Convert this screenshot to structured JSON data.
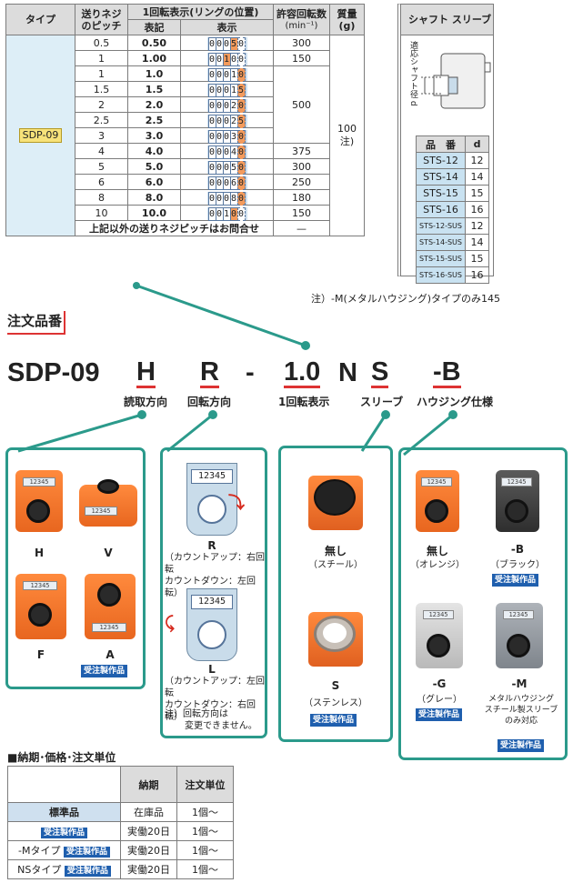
{
  "spec": {
    "headers": {
      "type": "タイプ",
      "pitch": "送りネジのピッチ",
      "display_group": "1回転表示(リングの位置)",
      "hyoki": "表記",
      "hyoji": "表示",
      "torque": "許容回転数",
      "torque_unit": "(min⁻¹)",
      "mass": "質量",
      "mass_unit": "(g)",
      "sleeve": "シャフト スリーブ"
    },
    "type_value": "SDP-09",
    "mass_value": "100",
    "mass_note": "注)",
    "rows": [
      {
        "pitch": "0.5",
        "hyoki": "0.50",
        "digits": [
          "0",
          "0",
          "0",
          "5",
          "0"
        ],
        "hi": [
          3
        ],
        "speed": "300"
      },
      {
        "pitch": "1",
        "hyoki": "1.00",
        "digits": [
          "0",
          "0",
          "1",
          "0",
          "0"
        ],
        "hi": [
          2
        ],
        "speed": "150"
      },
      {
        "pitch": "1",
        "hyoki": "1.0",
        "digits": [
          "0",
          "0",
          "0",
          "1",
          "0"
        ],
        "hi": [
          4
        ],
        "speed": ""
      },
      {
        "pitch": "1.5",
        "hyoki": "1.5",
        "digits": [
          "0",
          "0",
          "0",
          "1",
          "5"
        ],
        "hi": [
          4
        ],
        "speed": ""
      },
      {
        "pitch": "2",
        "hyoki": "2.0",
        "digits": [
          "0",
          "0",
          "0",
          "2",
          "0"
        ],
        "hi": [
          4
        ],
        "speed": "500"
      },
      {
        "pitch": "2.5",
        "hyoki": "2.5",
        "digits": [
          "0",
          "0",
          "0",
          "2",
          "5"
        ],
        "hi": [
          4
        ],
        "speed": ""
      },
      {
        "pitch": "3",
        "hyoki": "3.0",
        "digits": [
          "0",
          "0",
          "0",
          "3",
          "0"
        ],
        "hi": [
          4
        ],
        "speed": ""
      },
      {
        "pitch": "4",
        "hyoki": "4.0",
        "digits": [
          "0",
          "0",
          "0",
          "4",
          "0"
        ],
        "hi": [
          4
        ],
        "speed": "375"
      },
      {
        "pitch": "5",
        "hyoki": "5.0",
        "digits": [
          "0",
          "0",
          "0",
          "5",
          "0"
        ],
        "hi": [
          4
        ],
        "speed": "300"
      },
      {
        "pitch": "6",
        "hyoki": "6.0",
        "digits": [
          "0",
          "0",
          "0",
          "6",
          "0"
        ],
        "hi": [
          4
        ],
        "speed": "250"
      },
      {
        "pitch": "8",
        "hyoki": "8.0",
        "digits": [
          "0",
          "0",
          "0",
          "8",
          "0"
        ],
        "hi": [
          4
        ],
        "speed": "180"
      },
      {
        "pitch": "10",
        "hyoki": "10.0",
        "digits": [
          "0",
          "0",
          "1",
          "0",
          "0"
        ],
        "hi": [
          3
        ],
        "speed": "150"
      }
    ],
    "bottom_note": "上記以外の送りネジピッチはお問合せ",
    "bottom_speed": "—"
  },
  "sleeve_panel": {
    "drawing_label": "適応シャフト径 d",
    "col_part": "品　番",
    "col_d": "d",
    "rows": [
      {
        "part": "STS-12",
        "d": "12"
      },
      {
        "part": "STS-14",
        "d": "14"
      },
      {
        "part": "STS-15",
        "d": "15"
      },
      {
        "part": "STS-16",
        "d": "16"
      },
      {
        "part": "STS-12-SUS",
        "d": "12"
      },
      {
        "part": "STS-14-SUS",
        "d": "14"
      },
      {
        "part": "STS-15-SUS",
        "d": "15"
      },
      {
        "part": "STS-16-SUS",
        "d": "16"
      }
    ]
  },
  "footnote": "注）-M(メタルハウジング)タイプのみ145",
  "order": {
    "title": "注文品番",
    "code": {
      "base": "SDP-09",
      "read": "H",
      "rot": "R",
      "dash": "-",
      "disp": "1.0",
      "ns": "N",
      "sleeve": "S",
      "housing": "-B"
    },
    "captions": {
      "read": "読取方向",
      "rot": "回転方向",
      "disp": "1回転表示",
      "sleeve": "スリーブ",
      "housing": "ハウジング仕様"
    }
  },
  "read_options": {
    "items": [
      {
        "label": "H"
      },
      {
        "label": "V"
      },
      {
        "label": "F"
      },
      {
        "label": "A"
      }
    ],
    "badge": "受注製作品",
    "window_text": "12345"
  },
  "rot_options": {
    "R": {
      "label": "R",
      "lines": [
        "（カウントアップ：右回転",
        "カウントダウン：左回転）"
      ]
    },
    "L": {
      "label": "L",
      "lines": [
        "（カウントアップ：左回転",
        "カウントダウン：右回転）"
      ]
    },
    "digits": "12345",
    "note_lines": [
      "注）回転方向は",
      "変更できません。"
    ]
  },
  "sleeve_options": {
    "none_label": "無し",
    "none_sub": "（スチール）",
    "s_label": "S",
    "s_sub": "（ステンレス）",
    "badge": "受注製作品"
  },
  "housing_options": {
    "none_label": "無し",
    "none_sub": "（オレンジ）",
    "b_label": "-B",
    "b_sub": "（ブラック）",
    "g_label": "-G",
    "g_sub": "（グレー）",
    "m_label": "-M",
    "m_sub_lines": [
      "メタルハウジング",
      "スチール製スリーブ",
      "のみ対応"
    ],
    "badge": "受注製作品"
  },
  "delivery": {
    "title": "■納期･価格･注文単位",
    "headers": {
      "lead": "納期",
      "unit": "注文単位"
    },
    "rows": [
      {
        "name": "標準品",
        "badge": "",
        "lead": "在庫品",
        "unit": "1個〜"
      },
      {
        "name": "",
        "badge": "受注製作品",
        "lead": "実働20日",
        "unit": "1個〜"
      },
      {
        "name": "-Mタイプ",
        "badge": "受注製作品",
        "lead": "実働20日",
        "unit": "1個〜"
      },
      {
        "name": "NSタイプ",
        "badge": "受注製作品",
        "lead": "実働20日",
        "unit": "1個〜"
      }
    ]
  }
}
